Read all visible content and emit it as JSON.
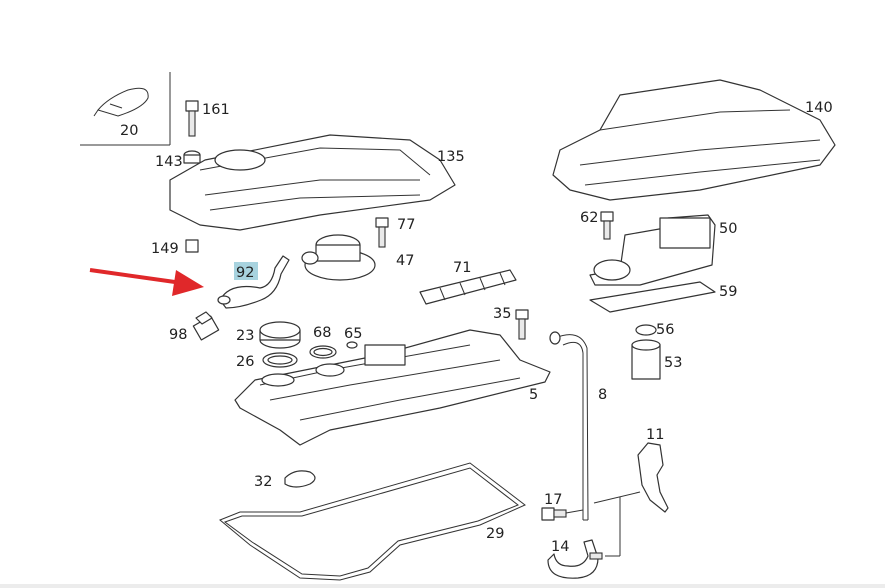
{
  "diagram": {
    "highlight_color": "#a8d3df",
    "arrow_color": "#e0282a",
    "callouts": {
      "c20": "20",
      "c161": "161",
      "c143": "143",
      "c135": "135",
      "c140": "140",
      "c77": "77",
      "c149": "149",
      "c47": "47",
      "c92": "92",
      "c71": "71",
      "c62": "62",
      "c50": "50",
      "c59": "59",
      "c98": "98",
      "c23": "23",
      "c68": "68",
      "c65": "65",
      "c35": "35",
      "c56": "56",
      "c26": "26",
      "c53": "53",
      "c5": "5",
      "c8": "8",
      "c11": "11",
      "c32": "32",
      "c17": "17",
      "c29": "29",
      "c14": "14"
    }
  }
}
